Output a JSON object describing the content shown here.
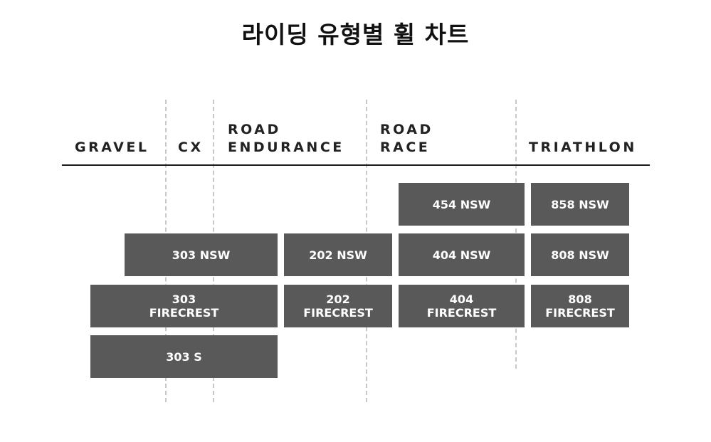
{
  "title": "라이딩 유형별 휠 차트",
  "columns": [
    {
      "id": "gravel",
      "lines": [
        "GRAVEL"
      ]
    },
    {
      "id": "cx",
      "lines": [
        "CX"
      ]
    },
    {
      "id": "road-endurance",
      "lines": [
        "ROAD",
        "ENDURANCE"
      ]
    },
    {
      "id": "road-race",
      "lines": [
        "ROAD",
        "RACE"
      ]
    },
    {
      "id": "triathlon",
      "lines": [
        "TRIATHLON"
      ]
    }
  ],
  "wheels": [
    {
      "id": "454-nsw",
      "lines": [
        "454 NSW"
      ]
    },
    {
      "id": "858-nsw",
      "lines": [
        "858 NSW"
      ]
    },
    {
      "id": "303-nsw",
      "lines": [
        "303 NSW"
      ]
    },
    {
      "id": "202-nsw",
      "lines": [
        "202 NSW"
      ]
    },
    {
      "id": "404-nsw",
      "lines": [
        "404 NSW"
      ]
    },
    {
      "id": "808-nsw",
      "lines": [
        "808 NSW"
      ]
    },
    {
      "id": "303-firecrest",
      "lines": [
        "303",
        "FIRECREST"
      ]
    },
    {
      "id": "202-firecrest",
      "lines": [
        "202",
        "FIRECREST"
      ]
    },
    {
      "id": "404-firecrest",
      "lines": [
        "404",
        "FIRECREST"
      ]
    },
    {
      "id": "808-firecrest",
      "lines": [
        "808",
        "FIRECREST"
      ]
    },
    {
      "id": "303-s",
      "lines": [
        "303 S"
      ]
    }
  ],
  "colors": {
    "box": "#595959",
    "box_text": "#ffffff",
    "divider": "#c8c8c8",
    "rule": "#1a1a1a"
  }
}
